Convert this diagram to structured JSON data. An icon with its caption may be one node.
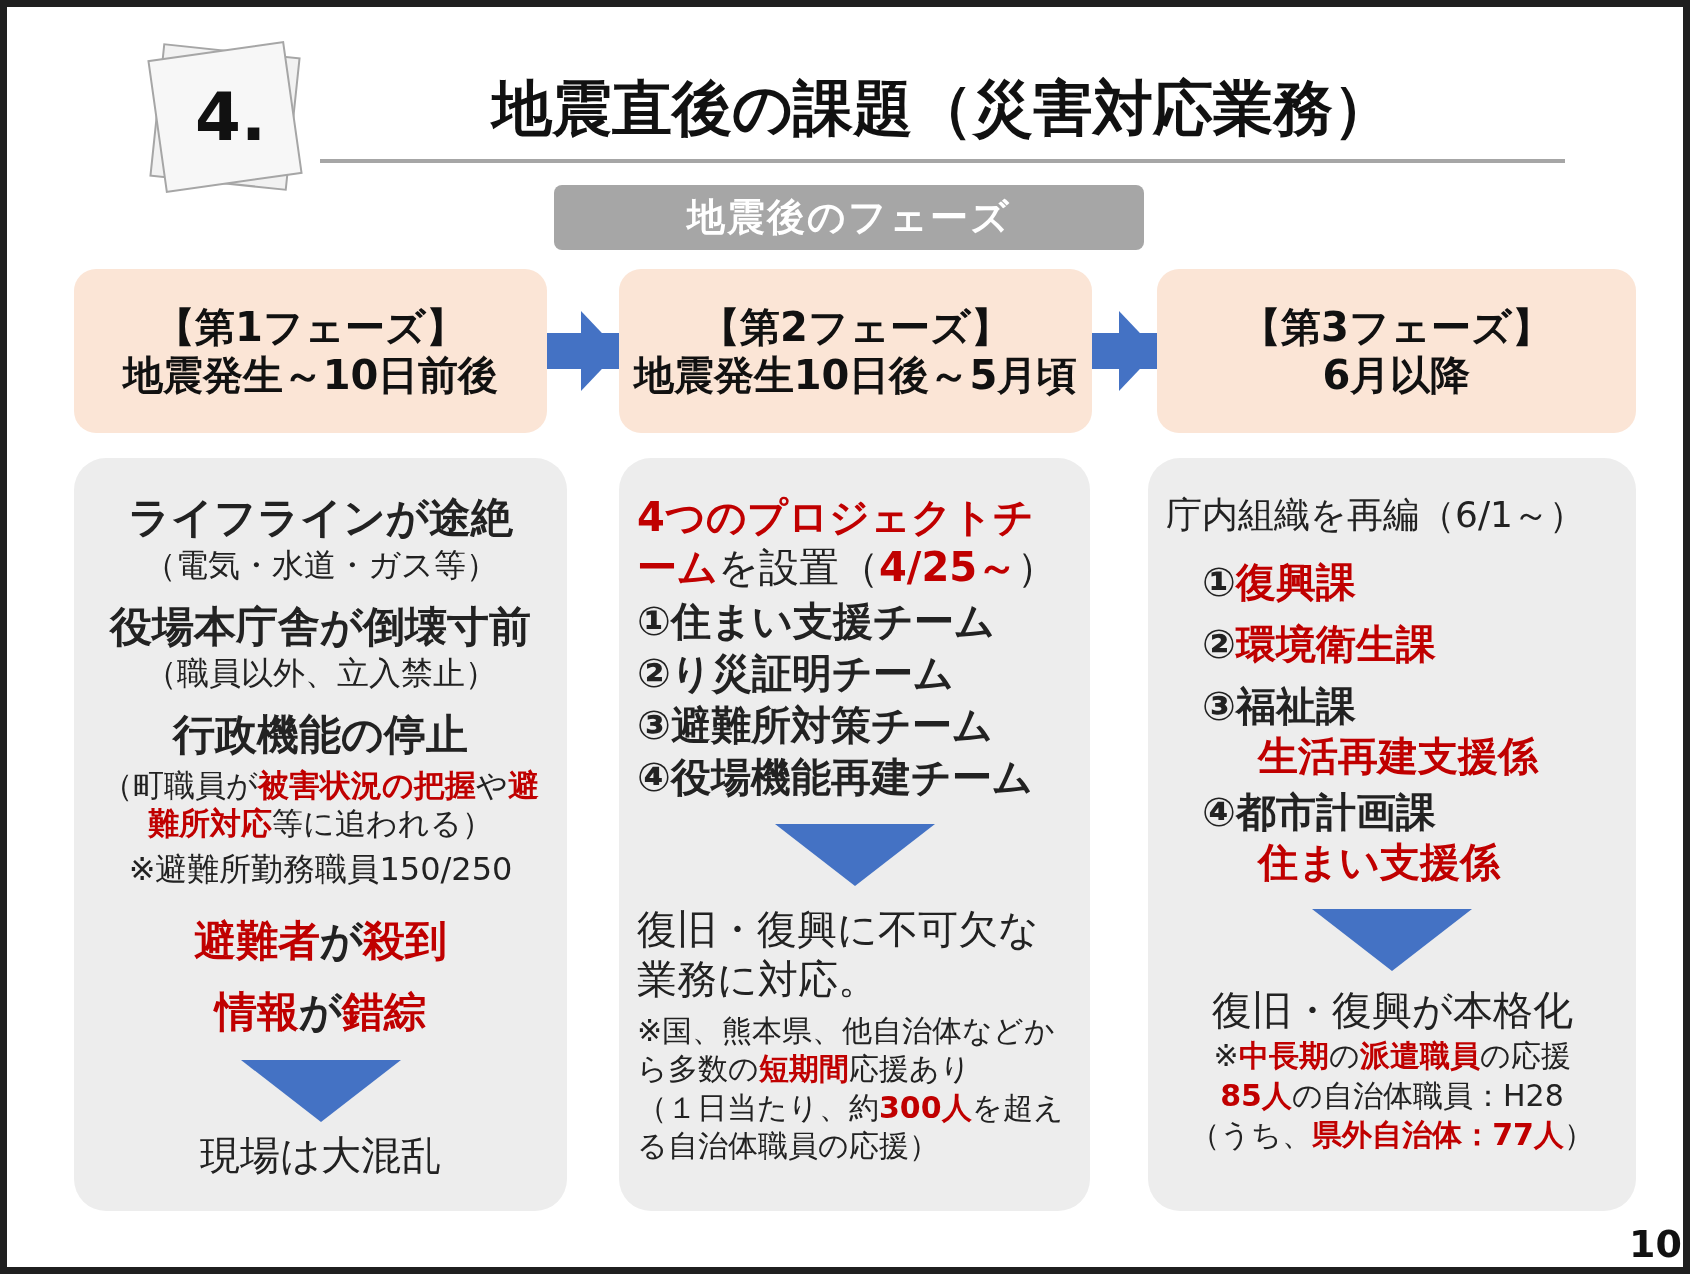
{
  "diagram": {
    "title": "地震直後の課題（災害対応業務）",
    "nodes": [
      {
        "text": [
          "地震後のフェーズ"
        ]
      },
      {
        "text": [
          "【第1フェーズ】",
          "地震発生～10日前後"
        ]
      },
      {
        "text": [
          "【第2フェーズ】",
          "地震発生10日後～5月頃"
        ]
      },
      {
        "text": [
          "【第3フェーズ】",
          "6月以降"
        ]
      },
      {
        "text": [
          "ライフラインが途絶",
          "（電気・水道・ガス等）",
          "役場本庁舎が倒壊寸前",
          "（職員以外、立入禁止）",
          "行政機能の停止",
          "（町職員が**被害状況の把握**や**避難所対応**等に追われる）",
          "※避難所勤務職員150/250",
          "**避難者**が**殺到**",
          "**情報**が**錯綜**",
          "現場は大混乱"
        ]
      },
      {
        "text": [
          "**4つのプロジェクトチーム**を設置（**4/25～**）",
          "①住まい支援チーム",
          "②り災証明チーム",
          "③避難所対策チーム",
          "④役場機能再建チーム",
          "復旧・復興に不可欠な業務に対応。",
          "※国、熊本県、他自治体などから多数の**短期間**応援あり",
          "（１日当たり、約**300人**を超える自治体職員の応援）"
        ]
      },
      {
        "text": [
          "庁内組織を再編（6/1～）",
          "①**復興課**",
          "②**環境衛生課**",
          "③福祉課",
          "生活再建支援係",
          "④都市計画課",
          "住まい支援係",
          "復旧・復興が本格化",
          "※**中長期**の**派遣職員**の応援",
          "**85人**の自治体職員：H28",
          "（うち、**県外自治体：77人**）"
        ]
      }
    ],
    "edges": [
      {
        "from": 1,
        "to": 2,
        "arrow": "to"
      },
      {
        "from": 2,
        "to": 3,
        "arrow": "to"
      }
    ],
    "labels": [
      "4.",
      "10"
    ]
  }
}
